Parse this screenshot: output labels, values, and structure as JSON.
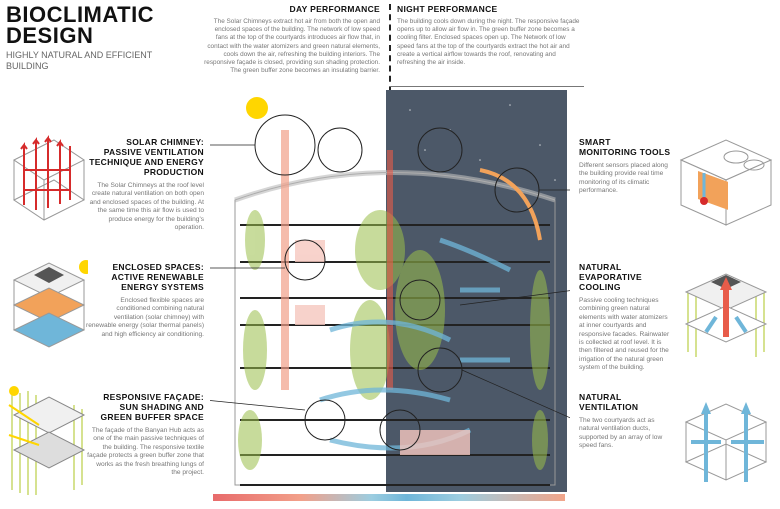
{
  "header": {
    "title": "BIOCLIMATIC DESIGN",
    "subtitle": "HIGHLY NATURAL AND EFFICIENT BUILDING"
  },
  "day": {
    "title": "DAY PERFORMANCE",
    "body": "The Solar Chimneys extract hot air from both the open and enclosed spaces of the building. The network of low speed fans at the top of the courtyards introduces air flow that, in contact with the water atomizers and green natural elements, cools down the air, refreshing the building interiors. The responsive façade is closed, providing sun shading protection. The green buffer zone becomes an insulating barrier."
  },
  "night": {
    "title": "NIGHT PERFORMANCE",
    "body": "The building cools down during the night. The responsive façade opens up to allow air flow in. The green buffer zone becomes a cooling filter. Enclosed spaces open up. The Network of low speed fans at the top of the courtyards extract the hot air and create a vertical airflow towards the roof, renovating and refreshing the air inside."
  },
  "left": [
    {
      "title": "SOLAR CHIMNEY: PASSIVE VENTILATION TECHNIQUE AND ENERGY PRODUCTION",
      "body": "The Solar Chimneys at the roof level create natural ventilation on both open and enclosed spaces of the building. At the same time this air flow is used to produce energy for the building's operation.",
      "icon": "solar-chimney-icon"
    },
    {
      "title": "ENCLOSED SPACES: ACTIVE RENEWABLE ENERGY SYSTEMS",
      "body": "Enclosed flexible spaces are conditioned combining natural ventilation (solar chimney) with renewable energy (solar thermal panels) and high efficiency air conditioning.",
      "icon": "enclosed-spaces-icon"
    },
    {
      "title": "RESPONSIVE FAÇADE: SUN SHADING AND GREEN BUFFER SPACE",
      "body": "The façade of the Banyan Hub acts as one of the main passive techniques of the building. The responsive textile façade protects a green buffer zone that works as the fresh breathing lungs of the project.",
      "icon": "responsive-facade-icon"
    }
  ],
  "right": [
    {
      "title": "SMART MONITORING TOOLS",
      "body": "Different sensors placed along the building provide real time monitoring of its climatic performance.",
      "icon": "thermometer-icon"
    },
    {
      "title": "NATURAL EVAPORATIVE COOLING",
      "body": "Passive cooling techniques combining green natural elements with water atomizers at inner courtyards and responsive facades. Rainwater is collected at roof level. It is then filtered and reused for the irrigation of the natural green system of the building.",
      "icon": "evaporative-cooling-icon"
    },
    {
      "title": "NATURAL VENTILATION",
      "body": "The two courtyards act as natural ventilation ducts, supported by an array of low speed fans.",
      "icon": "ventilation-icon"
    }
  ],
  "colors": {
    "night": "#4c5868",
    "hot": "#e85c4a",
    "cool": "#6fb6d9",
    "green": "#9bbf4a",
    "sun": "#ffd600"
  }
}
